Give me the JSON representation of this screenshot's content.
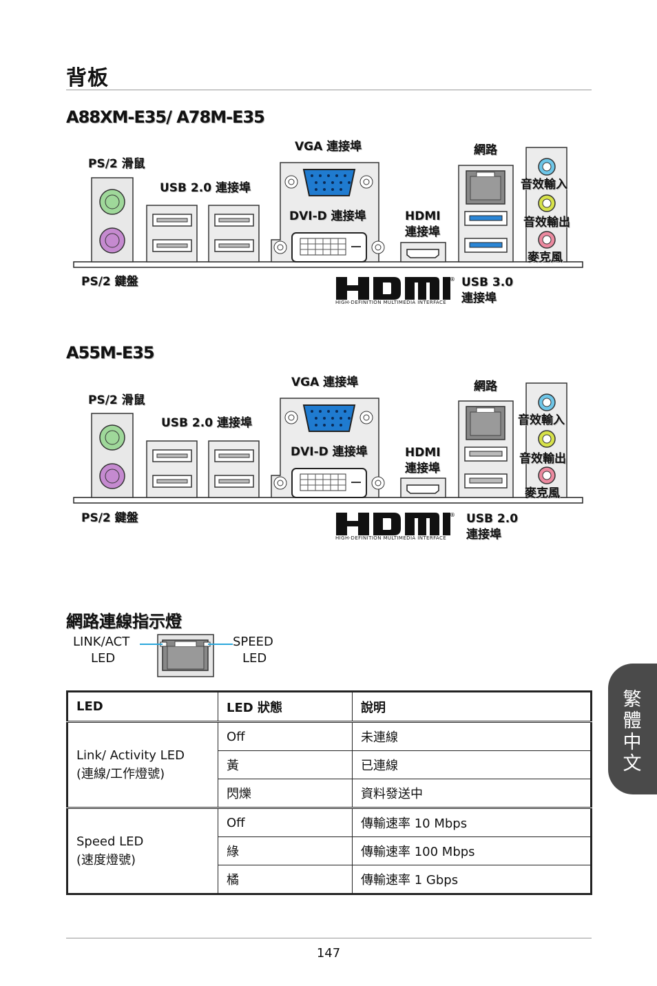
{
  "page_title": "背板",
  "section1": {
    "heading": "A88XM-E35/ A78M-E35",
    "labels": {
      "ps2_mouse": "PS/2 滑鼠",
      "usb20": "USB 2.0 連接埠",
      "vga": "VGA 連接埠",
      "dvi": "DVI-D 連接埠",
      "hdmi_l1": "HDMI",
      "hdmi_l2": "連接埠",
      "lan": "網路",
      "audio_in": "音效輸入",
      "audio_out": "音效輸出",
      "mic": "麥克風",
      "ps2_kbd": "PS/2 鍵盤",
      "usb_l1": "USB 3.0",
      "usb_l2": "連接埠"
    },
    "hdmi_logo_text": "HIGH-DEFINITION MULTIMEDIA INTERFACE"
  },
  "section2": {
    "heading": "A55M-E35",
    "labels": {
      "ps2_mouse": "PS/2 滑鼠",
      "usb20": "USB 2.0 連接埠",
      "vga": "VGA 連接埠",
      "dvi": "DVI-D 連接埠",
      "hdmi_l1": "HDMI",
      "hdmi_l2": "連接埠",
      "lan": "網路",
      "audio_in": "音效輸入",
      "audio_out": "音效輸出",
      "mic": "麥克風",
      "ps2_kbd": "PS/2 鍵盤",
      "usb_l1": "USB 2.0",
      "usb_l2": "連接埠"
    },
    "hdmi_logo_text": "HIGH-DEFINITION MULTIMEDIA INTERFACE"
  },
  "led_section": {
    "heading": "網路連線指示燈",
    "left_l1": "LINK/ACT",
    "left_l2": "LED",
    "right_l1": "SPEED",
    "right_l2": "LED"
  },
  "table": {
    "headers": [
      "LED",
      "LED 狀態",
      "說明"
    ],
    "groups": [
      {
        "name_l1": "Link/ Activity LED",
        "name_l2": "(連線/工作燈號)",
        "rows": [
          [
            "Off",
            "未連線"
          ],
          [
            "黃",
            "已連線"
          ],
          [
            "閃爍",
            "資料發送中"
          ]
        ]
      },
      {
        "name_l1": "Speed LED",
        "name_l2": "(速度燈號)",
        "rows": [
          [
            "Off",
            "傳輸速率 10 Mbps"
          ],
          [
            "綠",
            "傳輸速率 100 Mbps"
          ],
          [
            "橘",
            "傳輸速率 1 Gbps"
          ]
        ]
      }
    ]
  },
  "side_tab": "繁體中文",
  "page_number": "147",
  "colors": {
    "mouse_port": "#9fd89a",
    "kbd_port": "#c58ad0",
    "vga_blue": "#1f7bd0",
    "usb3_blue": "#2b86d6",
    "audio_in": "#6ec6e8",
    "audio_out": "#d7e24a",
    "mic": "#ec8aa0",
    "led_line": "#2aa7dc"
  }
}
